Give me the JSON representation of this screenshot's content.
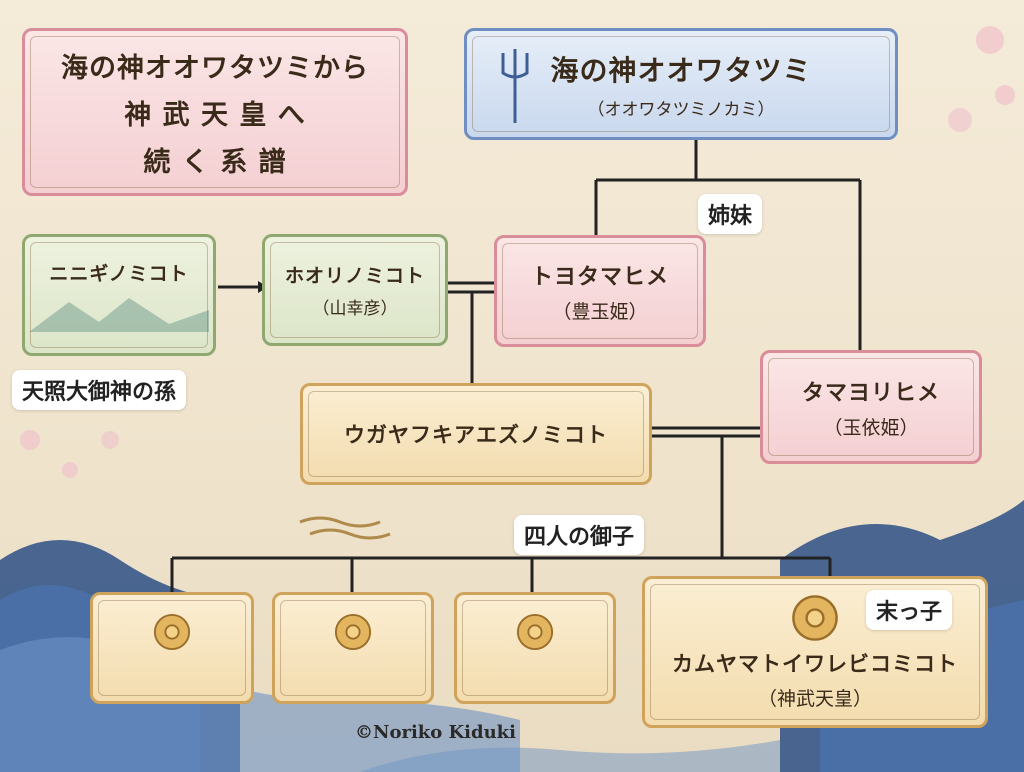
{
  "title": {
    "line1": "海の神オオワタツミから",
    "line2": "神 武 天 皇 へ",
    "line3": "続 く 系 譜"
  },
  "nodes": {
    "owatatsumi": {
      "name": "海の神オオワタツミ",
      "sub": "（オオワタツミノカミ）"
    },
    "ninigi": {
      "name": "ニニギノミコト"
    },
    "hoori": {
      "name": "ホオリノミコト",
      "sub": "（山幸彦）"
    },
    "toyotama": {
      "name": "トヨタマヒメ",
      "sub": "（豊玉姫）"
    },
    "tamayori": {
      "name": "タマヨリヒメ",
      "sub": "（玉依姫）"
    },
    "ugaya": {
      "name": "ウガヤフキアエズノミコト"
    },
    "jimmu": {
      "name": "カムヤマトイワレビコミコト",
      "sub": "（神武天皇）"
    }
  },
  "labels": {
    "sisters": "姉妹",
    "grandchild": "天照大御神の孫",
    "four_children": "四人の御子",
    "youngest": "末っ子"
  },
  "credit": "©Noriko Kiduki",
  "colors": {
    "pink": "#d98d98",
    "green": "#8fa870",
    "gold": "#cfa35c",
    "blue": "#6f8fc2",
    "line": "#222222"
  }
}
